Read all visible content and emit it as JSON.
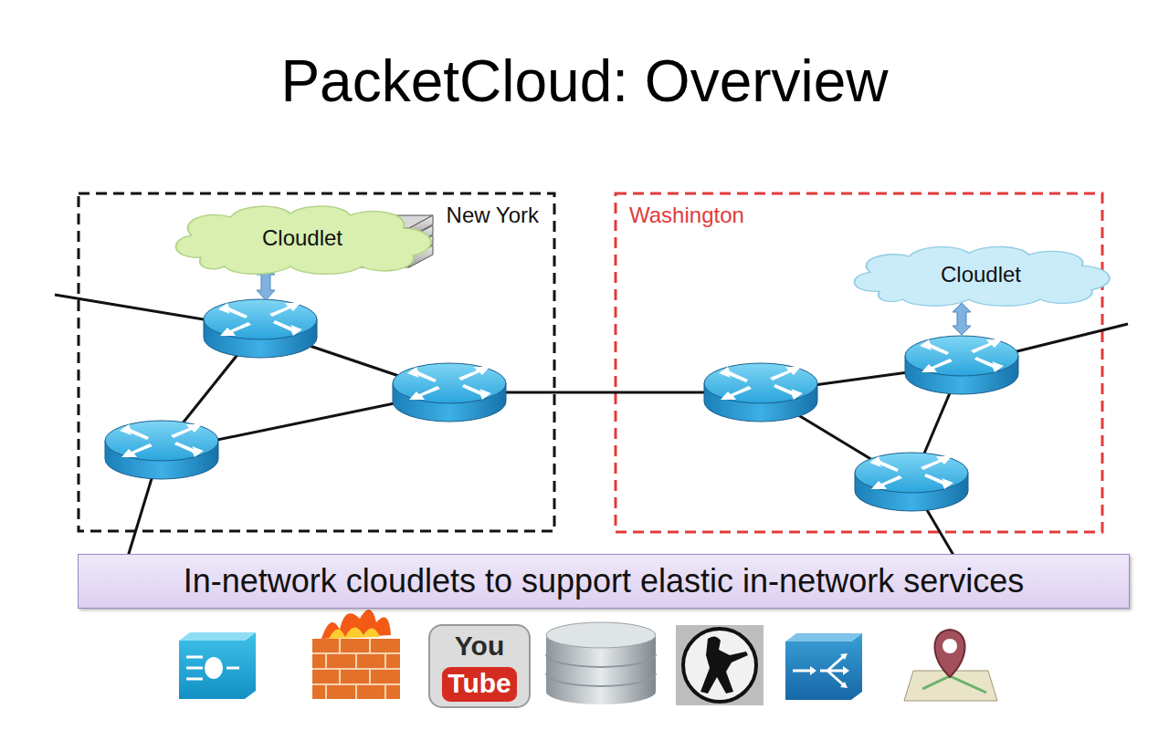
{
  "diagram": {
    "title": "PacketCloud: Overview",
    "nodes": [
      {
        "text": [
          "New York"
        ]
      },
      {
        "text": [
          "Cloudlet"
        ],
        "in": 0
      },
      {
        "text": [
          "Washington"
        ]
      },
      {
        "text": [
          "Cloudlet"
        ],
        "in": 2
      },
      {
        "text": [
          "In-network cloudlets to support elastic in-network services"
        ]
      }
    ],
    "labels": [
      "You",
      "Tube"
    ]
  }
}
